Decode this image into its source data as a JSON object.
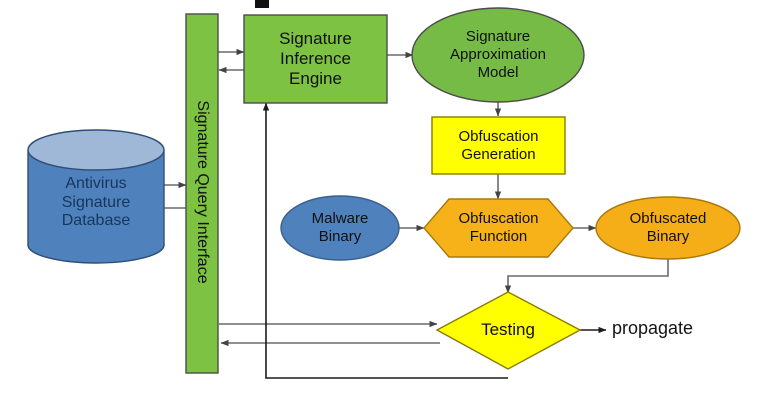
{
  "diagram": {
    "title_fragment": "",
    "background_color": "#ffffff",
    "palette": {
      "green_box": "#7dc242",
      "green_ellipse": "#76bb45",
      "blue_cylinder_body": "#4f81bd",
      "blue_cylinder_top": "#9fb8d8",
      "blue_ellipse": "#4f81bd",
      "yellow": "#ffff00",
      "orange": "#f5ad18",
      "orange_hex": "#f7b219",
      "stroke": "#3f3f3f",
      "arrow": "#595959",
      "text_dark_blue": "#17365d",
      "text_black": "#101010"
    },
    "nodes": [
      {
        "id": "antivirus-signature-database",
        "label": "Antivirus\nSignature\nDatabase",
        "lines": [
          "Antivirus",
          "Signature",
          "Database"
        ],
        "shape": "cylinder",
        "fill": "#4f81bd"
      },
      {
        "id": "signature-query-interface",
        "label": "Signature Query Interface",
        "shape": "rectangle-vertical",
        "fill": "#7dc242"
      },
      {
        "id": "signature-inference-engine",
        "label": "Signature Inference Engine",
        "lines": [
          "Signature",
          "Inference",
          "Engine"
        ],
        "shape": "rectangle",
        "fill": "#7dc242"
      },
      {
        "id": "signature-approximation-model",
        "label": "Signature Approximation Model",
        "lines": [
          "Signature",
          "Approximation",
          "Model"
        ],
        "shape": "ellipse",
        "fill": "#76bb45"
      },
      {
        "id": "obfuscation-generation",
        "label": "Obfuscation Generation",
        "lines": [
          "Obfuscation",
          "Generation"
        ],
        "shape": "rectangle",
        "fill": "#ffff00"
      },
      {
        "id": "malware-binary",
        "label": "Malware Binary",
        "lines": [
          "Malware",
          "Binary"
        ],
        "shape": "ellipse",
        "fill": "#4f81bd"
      },
      {
        "id": "obfuscation-function",
        "label": "Obfuscation Function",
        "lines": [
          "Obfuscation",
          "Function"
        ],
        "shape": "hexagon",
        "fill": "#f7b219"
      },
      {
        "id": "obfuscated-binary",
        "label": "Obfuscated Binary",
        "lines": [
          "Obfuscated",
          "Binary"
        ],
        "shape": "ellipse",
        "fill": "#f5ad18"
      },
      {
        "id": "testing",
        "label": "Testing",
        "lines": [
          "Testing"
        ],
        "shape": "diamond",
        "fill": "#ffff00"
      },
      {
        "id": "propagate",
        "label": "propagate",
        "lines": [
          "propagate"
        ],
        "shape": "text",
        "fill": "none"
      }
    ],
    "edges": [
      {
        "from": "antivirus-signature-database",
        "to": "signature-query-interface",
        "label": ""
      },
      {
        "from": "signature-query-interface",
        "to": "antivirus-signature-database",
        "label": ""
      },
      {
        "from": "signature-query-interface",
        "to": "signature-inference-engine",
        "label": ""
      },
      {
        "from": "signature-inference-engine",
        "to": "signature-query-interface",
        "label": ""
      },
      {
        "from": "signature-inference-engine",
        "to": "signature-approximation-model",
        "label": ""
      },
      {
        "from": "signature-approximation-model",
        "to": "obfuscation-generation",
        "label": ""
      },
      {
        "from": "obfuscation-generation",
        "to": "obfuscation-function",
        "label": ""
      },
      {
        "from": "malware-binary",
        "to": "obfuscation-function",
        "label": ""
      },
      {
        "from": "obfuscation-function",
        "to": "obfuscated-binary",
        "label": ""
      },
      {
        "from": "obfuscated-binary",
        "to": "testing",
        "label": ""
      },
      {
        "from": "signature-query-interface",
        "to": "testing",
        "label": ""
      },
      {
        "from": "testing",
        "to": "signature-query-interface",
        "label": ""
      },
      {
        "from": "testing",
        "to": "signature-inference-engine",
        "label": ""
      },
      {
        "from": "testing",
        "to": "propagate",
        "label": ""
      }
    ]
  }
}
